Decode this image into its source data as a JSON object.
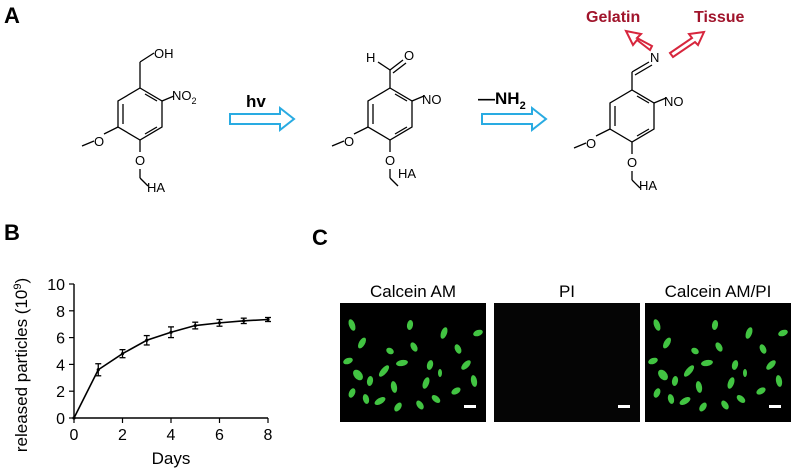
{
  "panels": {
    "a": "A",
    "b": "B",
    "c": "C"
  },
  "scheme": {
    "start": {
      "oh": "OH",
      "no2": "NO",
      "no2_sub": "2",
      "ha": "HA"
    },
    "step1": {
      "label": "hv"
    },
    "intermediate": {
      "h": "H",
      "o": "O",
      "no": "NO",
      "ha": "HA"
    },
    "step2": {
      "label": "—NH",
      "label_sub": "2"
    },
    "product": {
      "n": "N",
      "no": "NO",
      "ha": "HA",
      "target_left": "Gelatin",
      "target_right": "Tissue"
    },
    "colors": {
      "arrow_blue": "#29abe2",
      "arrow_red": "#d7263d",
      "target_text": "#a0142b"
    }
  },
  "chart_data": {
    "type": "line",
    "x": [
      0,
      1,
      2,
      3,
      4,
      5,
      6,
      7,
      8
    ],
    "series": [
      {
        "values": [
          0,
          3.6,
          4.8,
          5.8,
          6.4,
          6.9,
          7.1,
          7.25,
          7.35
        ],
        "errors": [
          0,
          0.45,
          0.3,
          0.35,
          0.4,
          0.25,
          0.25,
          0.2,
          0.15
        ]
      }
    ],
    "xlabel": "Days",
    "ylabel": "released particles (10",
    "ylabel_sup": "9",
    "ylabel_end": ")",
    "xlim": [
      0,
      8
    ],
    "ylim": [
      0,
      10
    ],
    "xticks": [
      0,
      2,
      4,
      6,
      8
    ],
    "yticks": [
      0,
      2,
      4,
      6,
      8,
      10
    ],
    "grid": false
  },
  "microscopy": {
    "labels": [
      "Calcein AM",
      "PI",
      "Calcein AM/PI"
    ],
    "green": "#4ee64e"
  }
}
